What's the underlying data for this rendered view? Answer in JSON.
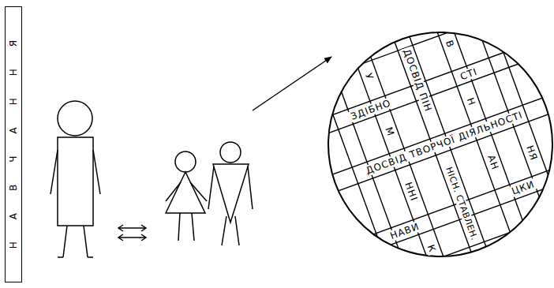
{
  "diagram": {
    "nodes": [
      {
        "text": [
          "НАВЧАННЯ"
        ]
      }
    ],
    "labels": [
      "ЗДІБНО",
      "СТІ",
      "ДОСВІД ТВОРЧОЇ ДІЯЛЬНОСТІ",
      "ДОСВІД ПІН",
      "У",
      "В",
      "Н",
      "М",
      "АН",
      "ННІ",
      "НІСН. СТАВЛЕН.",
      "НАВИ",
      "ЦКИ",
      "НЯ",
      "К"
    ]
  }
}
